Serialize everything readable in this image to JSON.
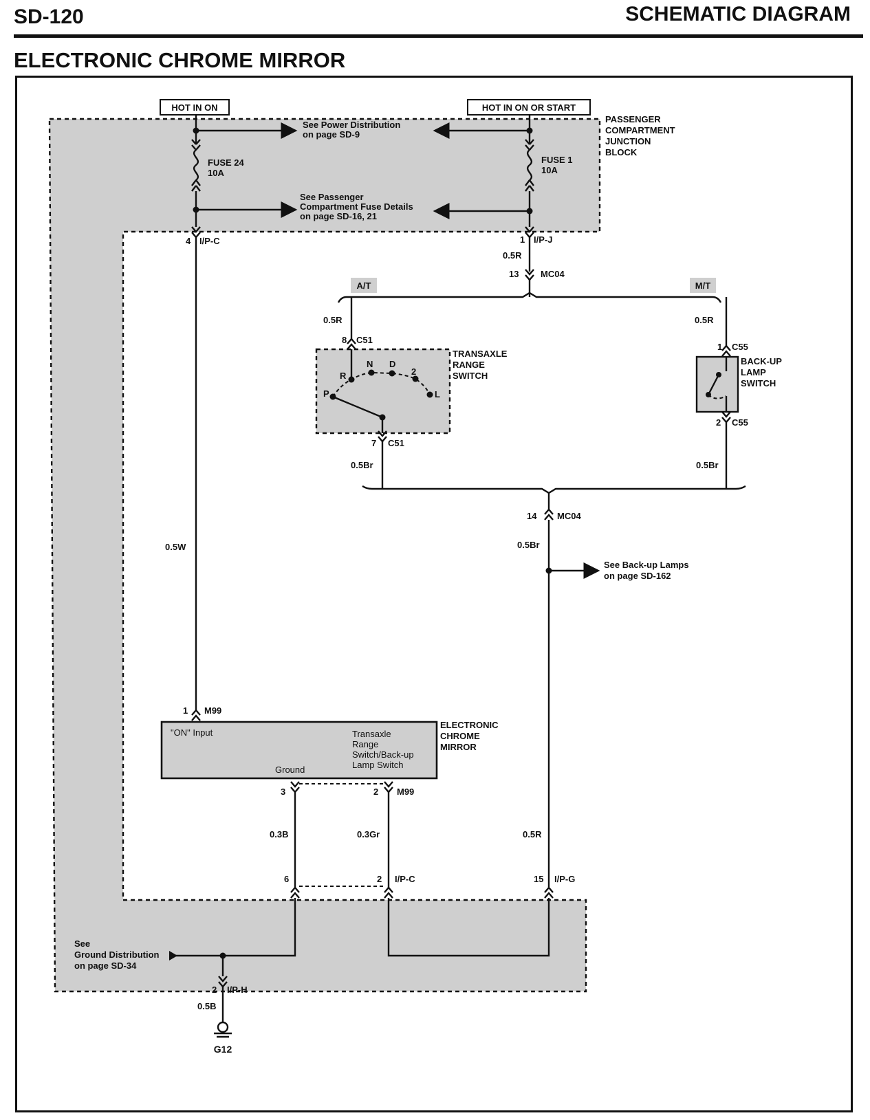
{
  "header": {
    "page_number": "SD-120",
    "section": "SCHEMATIC DIAGRAM",
    "title": "ELECTRONIC CHROME MIRROR"
  },
  "power": {
    "left_source": "HOT IN ON",
    "right_source": "HOT IN ON OR START"
  },
  "junction_block": {
    "label": [
      "PASSENGER",
      "COMPARTMENT",
      "JUNCTION",
      "BLOCK"
    ],
    "fuse_left": [
      "FUSE 24",
      "10A"
    ],
    "fuse_right": [
      "FUSE 1",
      "10A"
    ],
    "ref_power": [
      "See Power Distribution",
      "on page SD-9"
    ],
    "ref_fuse": [
      "See Passenger",
      "Compartment Fuse Details",
      "on page SD-16, 21"
    ]
  },
  "connectors": {
    "ip_c_4": {
      "pin": "4",
      "name": "I/P-C"
    },
    "ip_j_1": {
      "pin": "1",
      "name": "I/P-J"
    },
    "mc04_13": {
      "pin": "13",
      "name": "MC04"
    },
    "c51_8": {
      "pin": "8",
      "name": "C51"
    },
    "c51_7": {
      "pin": "7",
      "name": "C51"
    },
    "c55_1": {
      "pin": "1",
      "name": "C55"
    },
    "c55_2": {
      "pin": "2",
      "name": "C55"
    },
    "mc04_14": {
      "pin": "14",
      "name": "MC04"
    },
    "m99_1": {
      "pin": "1",
      "name": "M99"
    },
    "m99_3": {
      "pin": "3"
    },
    "m99_2": {
      "pin": "2",
      "name": "M99"
    },
    "ip_c_6": {
      "pin": "6"
    },
    "ip_c_2": {
      "pin": "2",
      "name": "I/P-C"
    },
    "ip_g_15": {
      "pin": "15",
      "name": "I/P-G"
    },
    "ip_h_2": {
      "pin": "2",
      "name": "I/P-H"
    }
  },
  "wires": {
    "w_05r_top": "0.5R",
    "w_05r_at": "0.5R",
    "w_05r_mt": "0.5R",
    "w_05br_at": "0.5Br",
    "w_05br_mt": "0.5Br",
    "w_05w": "0.5W",
    "w_05br_main": "0.5Br",
    "w_03b": "0.3B",
    "w_03gr": "0.3Gr",
    "w_05r_bottom": "0.5R",
    "w_05b": "0.5B"
  },
  "branches": {
    "at": "A/T",
    "mt": "M/T"
  },
  "transaxle_switch": {
    "label": [
      "TRANSAXLE",
      "RANGE",
      "SWITCH"
    ],
    "positions": [
      "P",
      "R",
      "N",
      "D",
      "2",
      "L"
    ]
  },
  "backup_switch": {
    "label": [
      "BACK-UP",
      "LAMP",
      "SWITCH"
    ]
  },
  "refs": {
    "backup_lamps": [
      "See Back-up Lamps",
      "on page SD-162"
    ],
    "ground_dist": [
      "See",
      "Ground Distribution",
      "on page SD-34"
    ]
  },
  "mirror": {
    "label": [
      "ELECTRONIC",
      "CHROME",
      "MIRROR"
    ],
    "on_input": "\"ON\" Input",
    "ground": "Ground",
    "trans_input": [
      "Transaxle",
      "Range",
      "Switch/Back-up",
      "Lamp Switch"
    ]
  },
  "ground": {
    "name": "G12"
  }
}
